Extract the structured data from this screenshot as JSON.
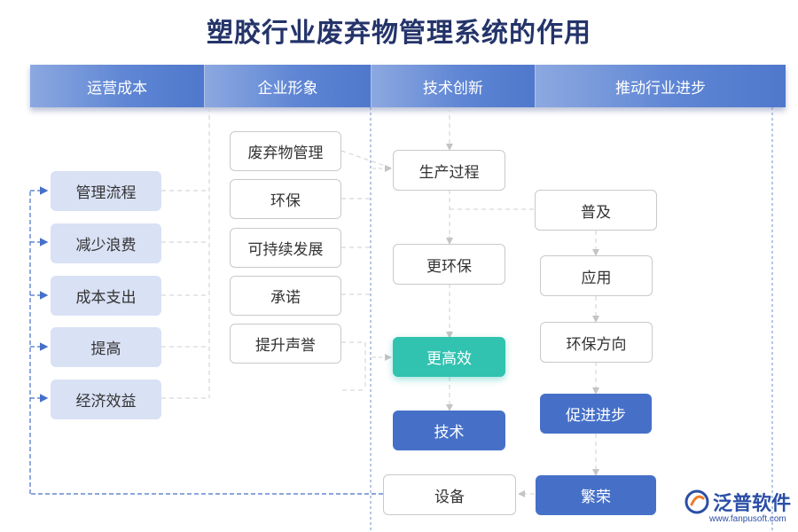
{
  "title": "塑胶行业废弃物管理系统的作用",
  "headers": [
    "运营成本",
    "企业形象",
    "技术创新",
    "推动行业进步"
  ],
  "col1": [
    "管理流程",
    "减少浪费",
    "成本支出",
    "提高",
    "经济效益"
  ],
  "col2": [
    "废弃物管理",
    "环保",
    "可持续发展",
    "承诺",
    "提升声誉"
  ],
  "col3": [
    "生产过程",
    "更环保",
    "更高效",
    "技术",
    "设备"
  ],
  "col4": [
    "普及",
    "应用",
    "环保方向",
    "促进进步",
    "繁荣"
  ],
  "logo": {
    "text": "泛普软件",
    "url": "www.fanpusoft.com"
  },
  "colors": {
    "header": "#5f86d4",
    "light_box": "#d9e1f5",
    "blue_box": "#4670c8",
    "teal_box": "#31c2b0",
    "line": "#4670c8"
  }
}
